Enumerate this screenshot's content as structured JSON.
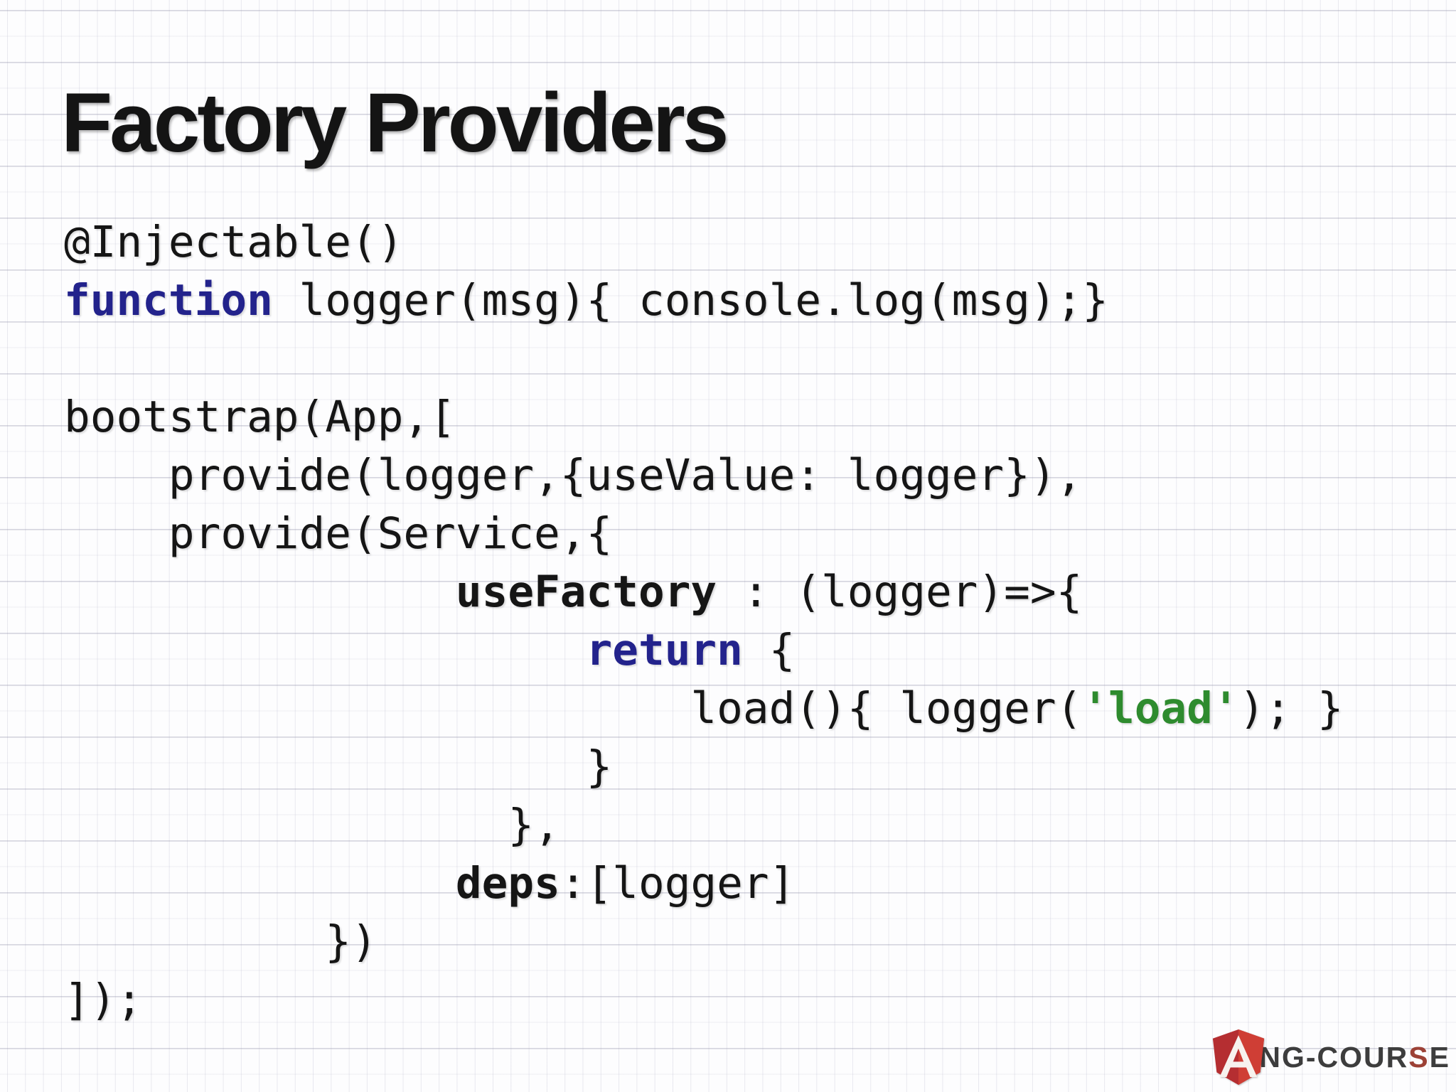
{
  "slide": {
    "title": "Factory Providers"
  },
  "code": {
    "language": "typescript",
    "lines": [
      [
        {
          "t": "@Injectable()",
          "c": "plain"
        }
      ],
      [
        {
          "t": "function",
          "c": "kw"
        },
        {
          "t": " logger(msg){ console.log(msg);}",
          "c": "plain"
        }
      ],
      [
        {
          "t": "",
          "c": "plain"
        }
      ],
      [
        {
          "t": "bootstrap(App,[",
          "c": "plain"
        }
      ],
      [
        {
          "t": "    provide(logger,{useValue: logger}),",
          "c": "plain"
        }
      ],
      [
        {
          "t": "    provide(Service,{",
          "c": "plain"
        }
      ],
      [
        {
          "t": "               ",
          "c": "plain"
        },
        {
          "t": "useFactory",
          "c": "b"
        },
        {
          "t": " : (logger)=>{",
          "c": "plain"
        }
      ],
      [
        {
          "t": "                    ",
          "c": "plain"
        },
        {
          "t": "return",
          "c": "kw"
        },
        {
          "t": " {",
          "c": "plain"
        }
      ],
      [
        {
          "t": "                        load(){ logger(",
          "c": "plain"
        },
        {
          "t": "'load'",
          "c": "str"
        },
        {
          "t": "); }",
          "c": "plain"
        }
      ],
      [
        {
          "t": "                    }",
          "c": "plain"
        }
      ],
      [
        {
          "t": "                 },",
          "c": "plain"
        }
      ],
      [
        {
          "t": "               ",
          "c": "plain"
        },
        {
          "t": "deps",
          "c": "b"
        },
        {
          "t": ":[logger]",
          "c": "plain"
        }
      ],
      [
        {
          "t": "          })",
          "c": "plain"
        }
      ],
      [
        {
          "t": "]);",
          "c": "plain"
        }
      ]
    ]
  },
  "logo": {
    "brand_prefix": "NG-COUR",
    "brand_s": "S",
    "brand_suffix": "E",
    "shield_icon": "angular-shield-icon"
  },
  "colors": {
    "keyword_blue": "#23238c",
    "string_green": "#2e8b2e",
    "code_black": "#151515",
    "title_black": "#141414",
    "logo_shield_red": "#b52e31",
    "logo_shield_red_light": "#cf3e35",
    "logo_text_gray": "#3d3d3d",
    "logo_s_red": "#9c4136",
    "background": "#fdfdfe"
  }
}
